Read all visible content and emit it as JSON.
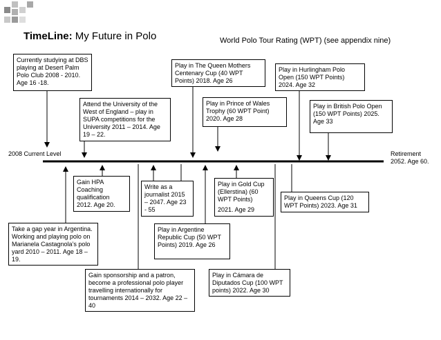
{
  "title": {
    "bold": "TimeLine:",
    "rest": " My Future in Polo"
  },
  "subtitle": "World Polo Tour Rating (WPT) (see appendix nine)",
  "timeline": {
    "start_label": "2008 Current Level",
    "end_label_1": "Retirement",
    "end_label_2": "2052. Age 60."
  },
  "events_above": [
    "Currently studying  at DBS playing at Desert Palm Polo Club 2008 - 2010. Age 16 -18.",
    "Attend the University of the West of England – play in SUPA competitions for the University 2011 – 2014. Age 19 – 22.",
    "Play in The Queen Mothers Centenary Cup (40 WPT Points) 2018. Age 26",
    "Play in Prince of Wales Trophy (60 WPT Point) 2020. Age 28",
    "Play in Hurlingham Polo Open (150 WPT Points) 2024. Age 32",
    "Play in British Polo Open (150 WPT Points) 2025. Age 33"
  ],
  "events_below": [
    "Take a gap year in Argentina. Working and playing polo on Marianela Castagnola’s polo yard 2010 – 2011. Age 18 – 19.",
    "Gain HPA Coaching qualification 2012. Age 20.",
    "Gain sponsorship and a patron, become a professional polo player travelling internationally for tournaments 2014 – 2032. Age 22 – 40",
    "Write as a journalist 2015 – 2047. Age 23 - 55",
    "Play in Argentine Republic Cup (50 WPT Points) 2019. Age 26",
    "Play in Gold Cup (Ellerstina) (60 WPT Points)",
    "2021. Age 29",
    "Play in Cámara de Diputados Cup (100 WPT points) 2022. Age 30",
    "Play in Queens Cup (120 WPT Points) 2023. Age 31"
  ]
}
